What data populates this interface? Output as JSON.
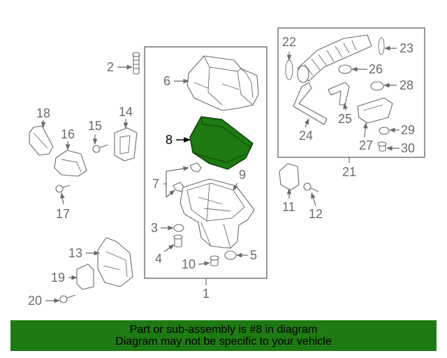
{
  "diagram": {
    "callouts": [
      "1",
      "2",
      "3",
      "4",
      "5",
      "6",
      "7",
      "8",
      "9",
      "10",
      "11",
      "12",
      "13",
      "14",
      "15",
      "16",
      "17",
      "18",
      "19",
      "20",
      "21",
      "22",
      "23",
      "24",
      "25",
      "26",
      "27",
      "28",
      "29",
      "30"
    ],
    "highlighted_part": "8",
    "colors": {
      "highlight_fill": "#1e7a12",
      "line": "#6b6b6b",
      "banner": "#1e7a12"
    }
  },
  "banner": {
    "line1": "Part or sub-assembly is #8 in diagram",
    "line2": "Diagram may not be specific to your vehicle"
  }
}
